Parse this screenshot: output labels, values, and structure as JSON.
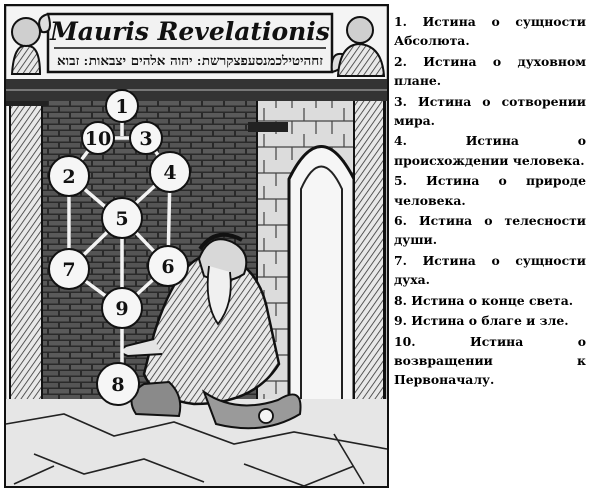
{
  "engraving": {
    "banner_title": "Mauris Revelationis",
    "banner_hebrew": "זחהיטילכמנסעפצקרשת ׃ יהוה אלהים יצבאות ׃ זבוא",
    "nodes": [
      "1",
      "10",
      "3",
      "2",
      "4",
      "5",
      "7",
      "6",
      "9",
      "8"
    ]
  },
  "truths": [
    "1. Истина о сущности Абсолюта.",
    "2. Истина о духовном плане.",
    "3. Истина о сотворении мира.",
    "4. Истина о происхождении человека.",
    "5. Истина о природе человека.",
    "6. Истина о телесности души.",
    "7. Истина о сущности духа.",
    "8. Истина о конце света.",
    "9. Истина о благе и зле.",
    "10. Истина о возвращении к Первоначалу."
  ]
}
